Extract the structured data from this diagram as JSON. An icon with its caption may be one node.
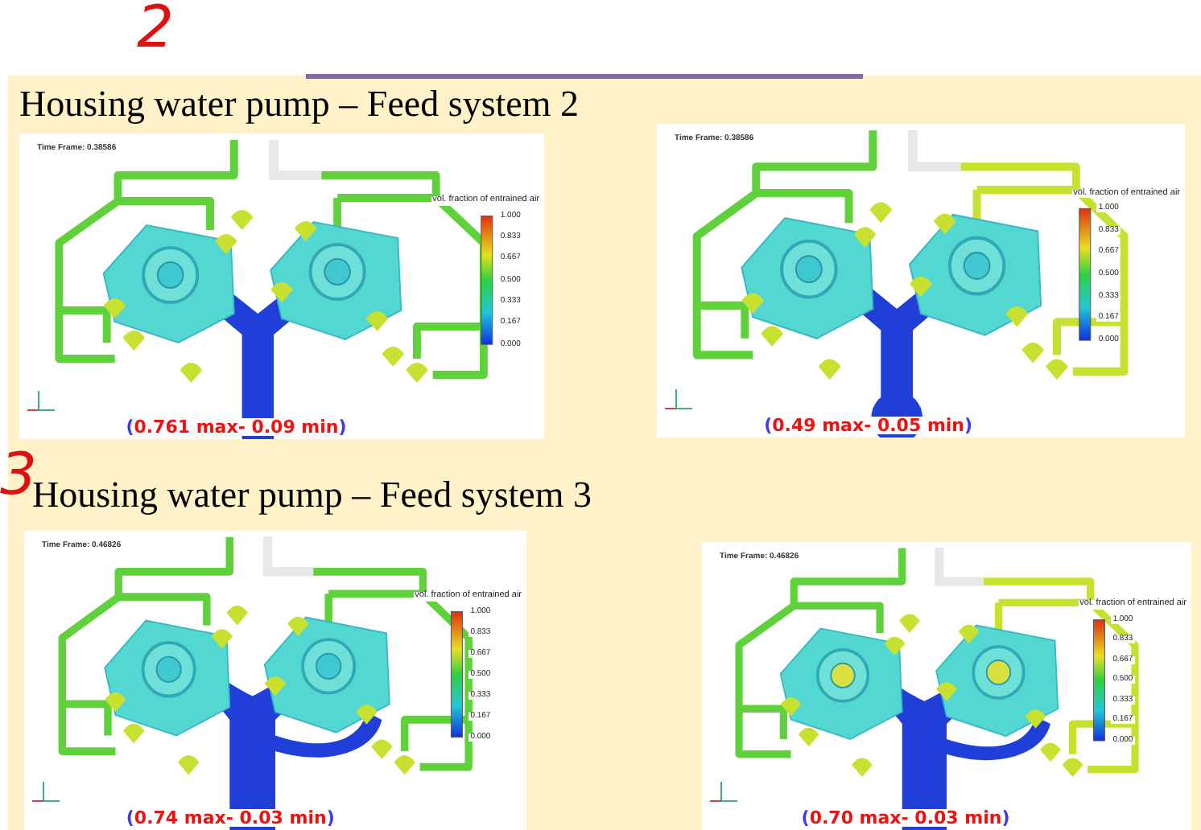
{
  "diagram": {
    "nodes": [
      {
        "text": [
          "Time Frame: 0.38586",
          "vol. fraction of entrained air",
          "1.000",
          "0.833",
          "0.667",
          "0.500",
          "0.333",
          "0.167",
          "0.000",
          "(0.761 max- 0.09 min)"
        ]
      },
      {
        "text": [
          "Time Frame: 0.38586",
          "vol. fraction of entrained air",
          "1.000",
          "0.833",
          "0.667",
          "0.500",
          "0.333",
          "0.167",
          "0.000",
          "(0.49 max- 0.05 min)"
        ]
      },
      {
        "text": [
          "Time Frame: 0.46826",
          "vol. fraction of entrained air",
          "1.000",
          "0.833",
          "0.667",
          "0.500",
          "0.333",
          "0.167",
          "0.000",
          "(0.74 max- 0.03 min)"
        ]
      },
      {
        "text": [
          "Time Frame: 0.46826",
          "vol. fraction of entrained air",
          "1.000",
          "0.833",
          "0.667",
          "0.500",
          "0.333",
          "0.167",
          "0.000",
          "(0.70 max- 0.03 min)"
        ]
      }
    ],
    "labels": [
      "2",
      "Housing water pump – Feed system 2",
      "3",
      "Housing water pump – Feed system 3"
    ]
  }
}
